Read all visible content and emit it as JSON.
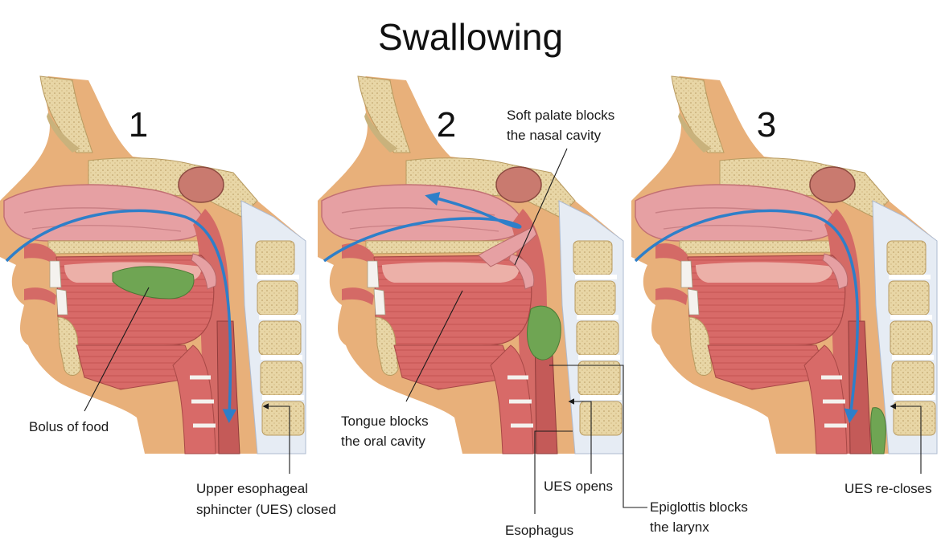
{
  "title": "Swallowing",
  "stages": [
    {
      "number": "1"
    },
    {
      "number": "2"
    },
    {
      "number": "3"
    }
  ],
  "labels": {
    "bolus": "Bolus of food",
    "ues_closed_line1": "Upper esophageal",
    "ues_closed_line2": "sphincter (UES) closed",
    "soft_palate_line1": "Soft palate blocks",
    "soft_palate_line2": "the nasal cavity",
    "tongue_line1": "Tongue blocks",
    "tongue_line2": "the oral cavity",
    "ues_opens": "UES opens",
    "epiglottis_line1": "Epiglottis blocks",
    "epiglottis_line2": "the larynx",
    "esophagus": "Esophagus",
    "ues_recloses": "UES re-closes"
  },
  "colors": {
    "skin": "#e8b07a",
    "tissue": "#d96a6a",
    "tissue_light": "#f1a9a0",
    "bone": "#e8d6a6",
    "bone_dark": "#c9b27c",
    "bolus": "#6fa553",
    "airflow": "#2e7fc9",
    "cartilage": "#f4f2ee"
  }
}
